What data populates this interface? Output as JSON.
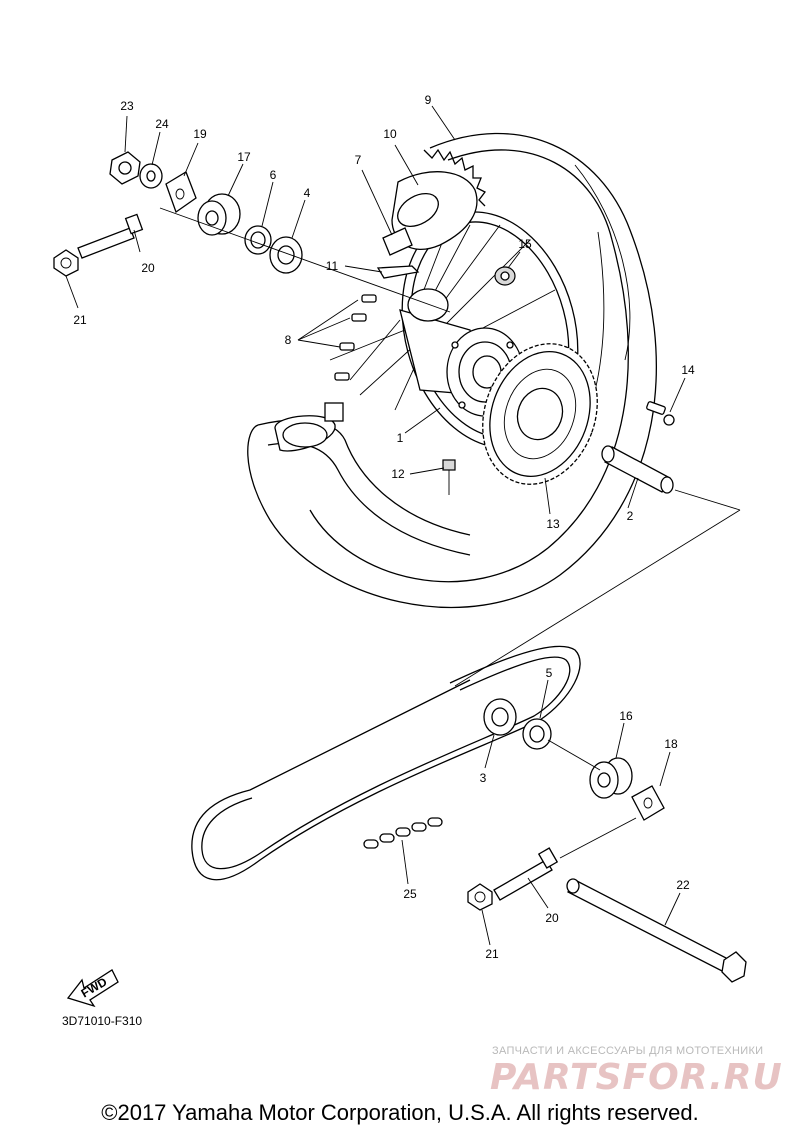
{
  "diagram": {
    "callouts": [
      {
        "id": "c1",
        "text": "1"
      },
      {
        "id": "c2",
        "text": "2"
      },
      {
        "id": "c3",
        "text": "3"
      },
      {
        "id": "c4",
        "text": "4"
      },
      {
        "id": "c5",
        "text": "5"
      },
      {
        "id": "c6",
        "text": "6"
      },
      {
        "id": "c7",
        "text": "7"
      },
      {
        "id": "c8",
        "text": "8"
      },
      {
        "id": "c9",
        "text": "9"
      },
      {
        "id": "c10",
        "text": "10"
      },
      {
        "id": "c11",
        "text": "11"
      },
      {
        "id": "c12",
        "text": "12"
      },
      {
        "id": "c13",
        "text": "13"
      },
      {
        "id": "c14",
        "text": "14"
      },
      {
        "id": "c15",
        "text": "15"
      },
      {
        "id": "c16",
        "text": "16"
      },
      {
        "id": "c17",
        "text": "17"
      },
      {
        "id": "c18",
        "text": "18"
      },
      {
        "id": "c19",
        "text": "19"
      },
      {
        "id": "c20a",
        "text": "20"
      },
      {
        "id": "c20b",
        "text": "20"
      },
      {
        "id": "c21a",
        "text": "21"
      },
      {
        "id": "c21b",
        "text": "21"
      },
      {
        "id": "c22",
        "text": "22"
      },
      {
        "id": "c23",
        "text": "23"
      },
      {
        "id": "c24",
        "text": "24"
      },
      {
        "id": "c25",
        "text": "25"
      }
    ],
    "fwd_label": "FWD",
    "diagram_code": "3D71010-F310"
  },
  "watermark": {
    "tagline": "ЗАПЧАСТИ И АКСЕССУАРЫ ДЛЯ МОТОТЕХНИКИ",
    "logo": "PARTSFOR.RU"
  },
  "footer": {
    "copyright": "©2017 Yamaha Motor Corporation, U.S.A. All rights reserved."
  }
}
